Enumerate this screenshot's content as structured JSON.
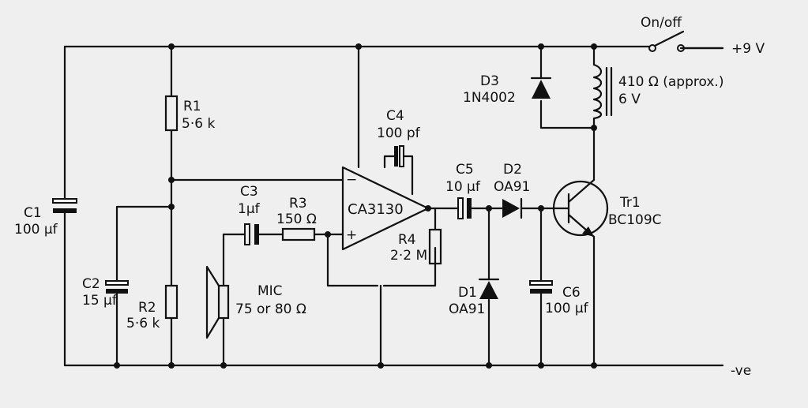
{
  "labels": {
    "c1_name": "C1",
    "c1_value": "100 µf",
    "c2_name": "C2",
    "c2_value": "15 µf",
    "r1_name": "R1",
    "r1_value": "5·6 k",
    "r2_name": "R2",
    "r2_value": "5·6 k",
    "c3_name": "C3",
    "c3_value": "1µf",
    "r3_name": "R3",
    "r3_value": "150 Ω",
    "c4_name": "C4",
    "c4_value": "100 pf",
    "ic_name": "CA3130",
    "ic_minus": "−",
    "ic_plus": "+",
    "r4_name": "R4",
    "r4_value": "2·2 M",
    "c5_name": "C5",
    "c5_value": "10 µf",
    "d2_name": "D2",
    "d2_value": "OA91",
    "d1_name": "D1",
    "d1_value": "OA91",
    "c6_name": "C6",
    "c6_value": "100 µf",
    "tr1_name": "Tr1",
    "tr1_value": "BC109C",
    "d3_name": "D3",
    "d3_value": "1N4002",
    "relay_resistance": "410 Ω (approx.)",
    "relay_voltage": "6 V",
    "switch_label": "On/off",
    "supply_label": "+9 V",
    "ground_label": "-ve",
    "mic_name": "MIC",
    "mic_value": "75 or 80 Ω"
  }
}
